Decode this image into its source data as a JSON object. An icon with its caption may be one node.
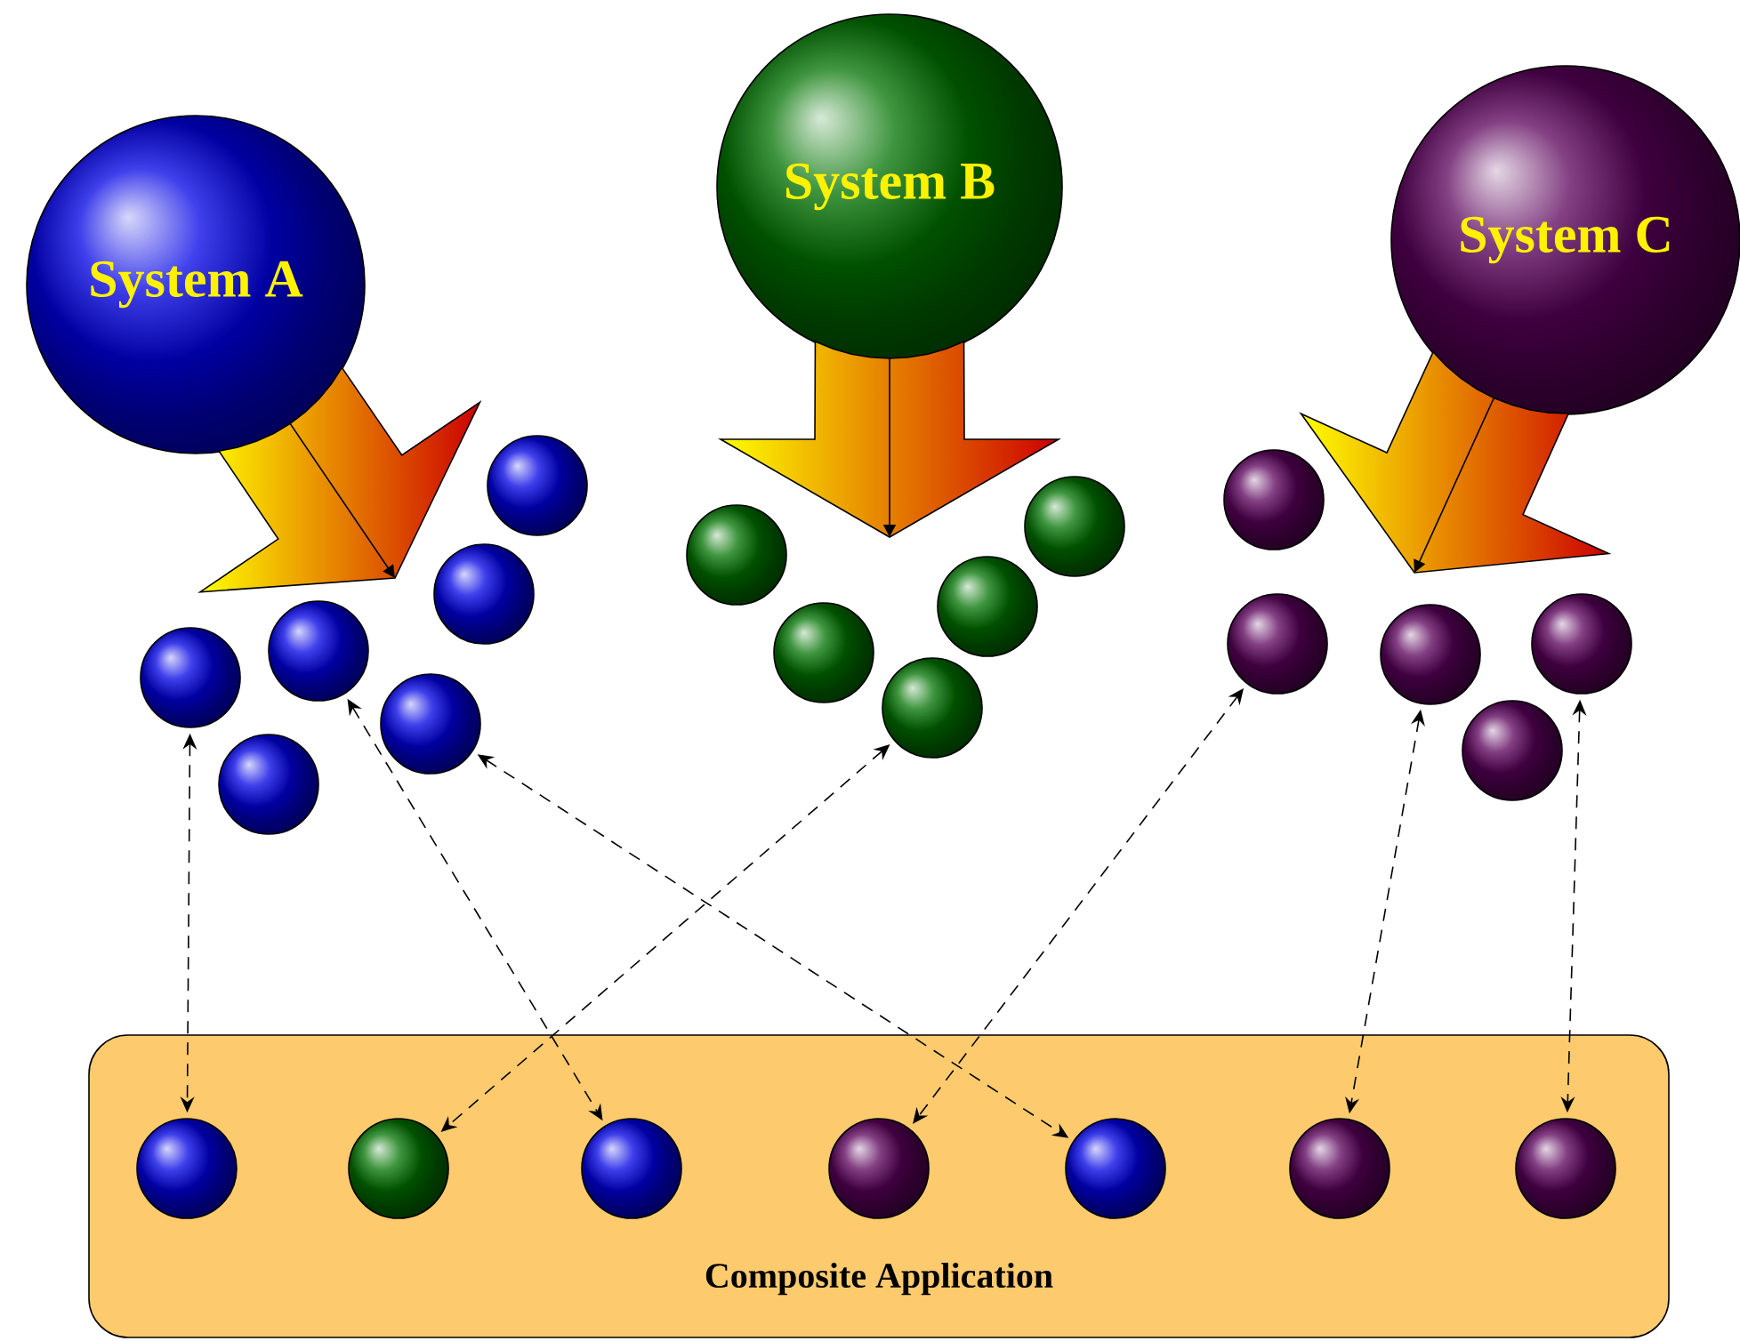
{
  "diagram": {
    "nodes": [
      {
        "text": [
          "System A"
        ]
      },
      {
        "text": [
          "System B"
        ]
      },
      {
        "text": [
          "System C"
        ]
      },
      {
        "text": [],
        "shape": "circle"
      },
      {
        "text": [],
        "shape": "circle"
      },
      {
        "text": [],
        "shape": "circle"
      },
      {
        "text": [],
        "shape": "circle"
      },
      {
        "text": [],
        "shape": "circle"
      },
      {
        "text": [],
        "shape": "circle"
      },
      {
        "text": [],
        "shape": "circle"
      },
      {
        "text": [],
        "shape": "circle"
      },
      {
        "text": [],
        "shape": "circle"
      },
      {
        "text": [],
        "shape": "circle"
      },
      {
        "text": [],
        "shape": "circle"
      },
      {
        "text": [],
        "shape": "circle"
      },
      {
        "text": [],
        "shape": "circle"
      },
      {
        "text": [],
        "shape": "circle"
      },
      {
        "text": [],
        "shape": "circle"
      },
      {
        "text": [],
        "shape": "circle"
      },
      {
        "text": [
          "Composite Application"
        ]
      },
      {
        "text": [],
        "shape": "circle",
        "in": 19
      },
      {
        "text": [],
        "shape": "circle",
        "in": 19
      },
      {
        "text": [],
        "shape": "circle",
        "in": 19
      },
      {
        "text": [],
        "shape": "circle",
        "in": 19
      },
      {
        "text": [],
        "shape": "circle",
        "in": 19
      },
      {
        "text": [],
        "shape": "circle",
        "in": 19
      },
      {
        "text": [],
        "shape": "circle",
        "in": 19
      }
    ],
    "edges": [
      {
        "from": 0,
        "to": null,
        "arrow": "to"
      },
      {
        "from": 1,
        "to": null,
        "arrow": "to"
      },
      {
        "from": 2,
        "to": null,
        "arrow": "to"
      },
      {
        "from": 3,
        "to": 20,
        "arrow": "both",
        "style": "dashed"
      },
      {
        "from": 5,
        "to": 22,
        "arrow": "both",
        "style": "dashed"
      },
      {
        "from": 6,
        "to": 24,
        "arrow": "both",
        "style": "dashed"
      },
      {
        "from": 11,
        "to": 21,
        "arrow": "both",
        "style": "dashed"
      },
      {
        "from": 15,
        "to": 23,
        "arrow": "both",
        "style": "dashed"
      },
      {
        "from": 16,
        "to": 25,
        "arrow": "both",
        "style": "dashed"
      },
      {
        "from": 18,
        "to": 26,
        "arrow": "both",
        "style": "dashed"
      }
    ]
  }
}
